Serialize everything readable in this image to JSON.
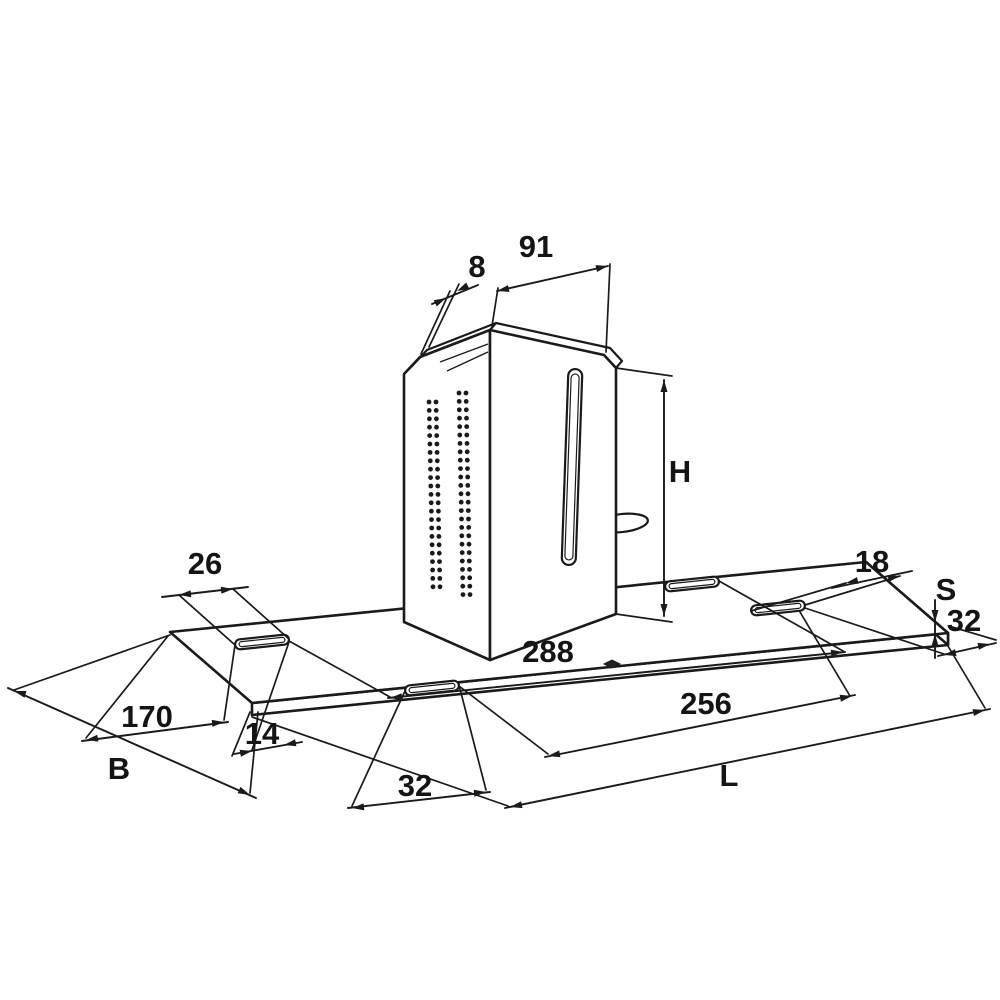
{
  "drawing": {
    "kind": "technical-dimension-drawing",
    "background": "#ffffff",
    "line_color": "#1a1a1a"
  },
  "labels": {
    "top_thickness": "8",
    "top_width": "91",
    "height": "H",
    "left_slot_length": "26",
    "right_slot_offset": "18",
    "plate_thickness": "S",
    "right_edge_offset": "32",
    "mid_length": "288",
    "inner_length": "256",
    "left_length": "170",
    "left_slot_offset": "14",
    "plate_width": "B",
    "front_slot_offset": "32",
    "total_length": "L"
  }
}
